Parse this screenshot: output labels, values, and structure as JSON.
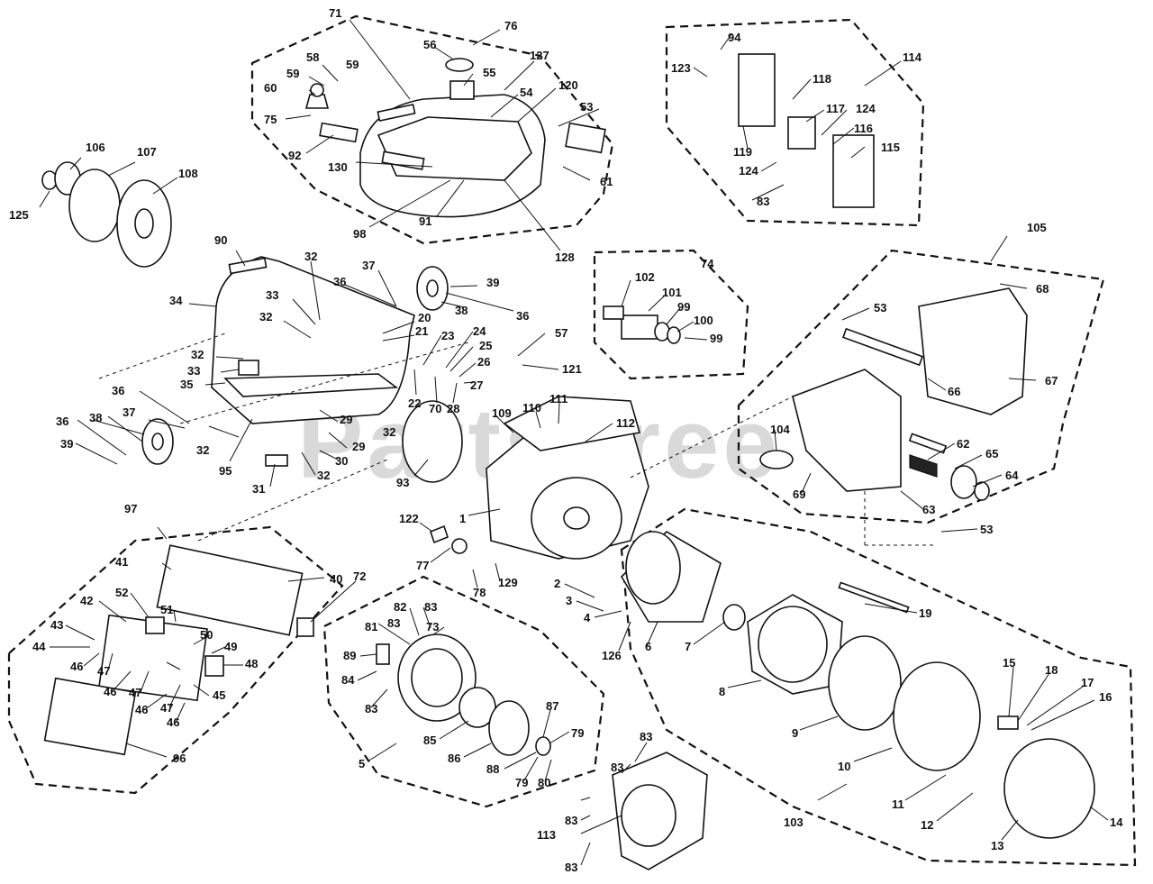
{
  "watermark": "PartsTree",
  "callouts": {
    "c1": "1",
    "c2": "2",
    "c3": "3",
    "c4": "4",
    "c5": "5",
    "c6": "6",
    "c7": "7",
    "c8": "8",
    "c9": "9",
    "c10": "10",
    "c11": "11",
    "c12": "12",
    "c13": "13",
    "c14": "14",
    "c15": "15",
    "c16": "16",
    "c17": "17",
    "c18": "18",
    "c19": "19",
    "c20": "20",
    "c21": "21",
    "c22": "22",
    "c23": "23",
    "c24": "24",
    "c25": "25",
    "c26": "26",
    "c27": "27",
    "c28": "28",
    "c29a": "29",
    "c29b": "29",
    "c30": "30",
    "c31": "31",
    "c32a": "32",
    "c32b": "32",
    "c32c": "32",
    "c32d": "32",
    "c32e": "32",
    "c32f": "32",
    "c33a": "33",
    "c33b": "33",
    "c34": "34",
    "c35": "35",
    "c36a": "36",
    "c36b": "36",
    "c36c": "36",
    "c36d": "36",
    "c37a": "37",
    "c37b": "37",
    "c38a": "38",
    "c38b": "38",
    "c39a": "39",
    "c39b": "39",
    "c40": "40",
    "c41": "41",
    "c42": "42",
    "c43": "43",
    "c44": "44",
    "c45": "45",
    "c46a": "46",
    "c46b": "46",
    "c46c": "46",
    "c46d": "46",
    "c47a": "47",
    "c47b": "47",
    "c48": "48",
    "c49": "49",
    "c50": "50",
    "c51": "51",
    "c52": "52",
    "c53a": "53",
    "c53b": "53",
    "c53c": "53",
    "c54": "54",
    "c55": "55",
    "c56": "56",
    "c57": "57",
    "c58": "58",
    "c59a": "59",
    "c59b": "59",
    "c60": "60",
    "c61": "61",
    "c62": "62",
    "c63": "63",
    "c64": "64",
    "c65": "65",
    "c66": "66",
    "c67": "67",
    "c68": "68",
    "c69": "69",
    "c70": "70",
    "c71": "71",
    "c72": "72",
    "c73": "73",
    "c74": "74",
    "c75": "75",
    "c76": "76",
    "c77": "77",
    "c78": "78",
    "c79a": "79",
    "c79b": "79",
    "c80": "80",
    "c81": "81",
    "c82": "82",
    "c83a": "83",
    "c83b": "83",
    "c83c": "83",
    "c83d": "83",
    "c83e": "83",
    "c83f": "83",
    "c83g": "83",
    "c83h": "83",
    "c84": "84",
    "c85": "85",
    "c86": "86",
    "c87": "87",
    "c88": "88",
    "c89": "89",
    "c90": "90",
    "c91": "91",
    "c92": "92",
    "c93": "93",
    "c94": "94",
    "c95": "95",
    "c96": "96",
    "c97": "97",
    "c98": "98",
    "c99a": "99",
    "c99b": "99",
    "c100": "100",
    "c101": "101",
    "c102": "102",
    "c103": "103",
    "c104": "104",
    "c105": "105",
    "c106": "106",
    "c107": "107",
    "c108": "108",
    "c109": "109",
    "c110": "110",
    "c111": "111",
    "c112": "112",
    "c113": "113",
    "c114": "114",
    "c115": "115",
    "c116": "116",
    "c117": "117",
    "c118": "118",
    "c119": "119",
    "c120": "120",
    "c121": "121",
    "c122": "122",
    "c123": "123",
    "c124a": "124",
    "c124b": "124",
    "c125": "125",
    "c126": "126",
    "c127": "127",
    "c128": "128",
    "c129": "129",
    "c130": "130"
  }
}
